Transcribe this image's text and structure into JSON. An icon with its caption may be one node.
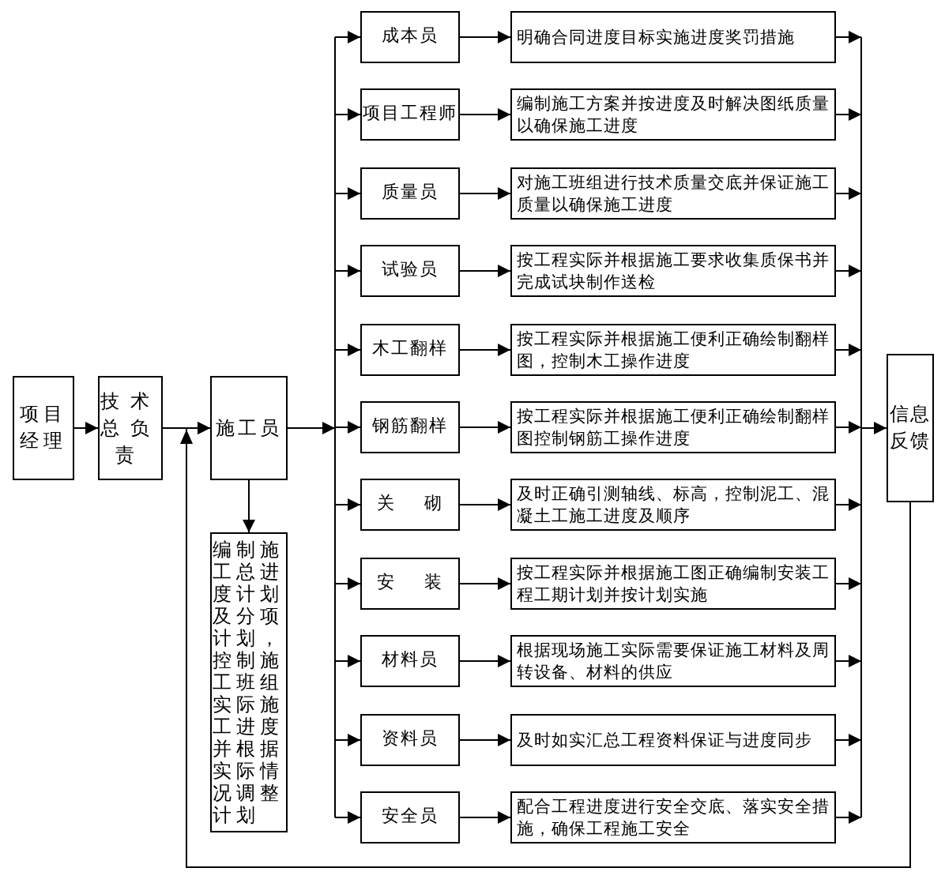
{
  "diagram": {
    "nodes": [
      {
        "text": [
          "项目经理"
        ]
      },
      {
        "text": [
          "技术总负责"
        ]
      },
      {
        "text": [
          "施工员"
        ]
      },
      {
        "text": [
          "编制施工总进度计划及分项计划，控制施工班组实际施工进度并根据实际情况调整计划"
        ]
      },
      {
        "text": [
          "成本员"
        ]
      },
      {
        "text": [
          "项目工程师"
        ]
      },
      {
        "text": [
          "质量员"
        ]
      },
      {
        "text": [
          "试验员"
        ]
      },
      {
        "text": [
          "木工翻样"
        ]
      },
      {
        "text": [
          "钢筋翻样"
        ]
      },
      {
        "text": [
          "关 砌"
        ]
      },
      {
        "text": [
          "安 装"
        ]
      },
      {
        "text": [
          "材料员"
        ]
      },
      {
        "text": [
          "资料员"
        ]
      },
      {
        "text": [
          "安全员"
        ]
      },
      {
        "text": [
          "明确合同进度目标实施进度奖罚措施"
        ]
      },
      {
        "text": [
          "编制施工方案并按进度及时解决图纸质量以确保施工进度"
        ]
      },
      {
        "text": [
          "对施工班组进行技术质量交底并保证施工质量以确保施工进度"
        ]
      },
      {
        "text": [
          "按工程实际并根据施工要求收集质保书并完成试块制作送检"
        ]
      },
      {
        "text": [
          "按工程实际并根据施工便利正确绘制翻样图，控制木工操作进度"
        ]
      },
      {
        "text": [
          "按工程实际并根据施工便利正确绘制翻样图控制钢筋工操作进度"
        ]
      },
      {
        "text": [
          "及时正确引测轴线、标高，控制泥工、混凝土工施工进度及顺序"
        ]
      },
      {
        "text": [
          "按工程实际并根据施工图正确编制安装工程工期计划并按计划实施"
        ]
      },
      {
        "text": [
          "根据现场施工实际需要保证施工材料及周转设备、材料的供应"
        ]
      },
      {
        "text": [
          "及时如实汇总工程资料保证与进度同步"
        ]
      },
      {
        "text": [
          "配合工程进度进行安全交底、落实安全措施，确保工程施工安全"
        ]
      },
      {
        "text": [
          "信息反馈"
        ]
      }
    ],
    "edges": [
      {
        "from": 0,
        "to": 1,
        "arrow": "to"
      },
      {
        "from": 1,
        "to": 2,
        "arrow": "to"
      },
      {
        "from": 2,
        "to": 3,
        "arrow": "to"
      },
      {
        "from": 2,
        "to": 4,
        "arrow": "to"
      },
      {
        "from": 2,
        "to": 5,
        "arrow": "to"
      },
      {
        "from": 2,
        "to": 6,
        "arrow": "to"
      },
      {
        "from": 2,
        "to": 7,
        "arrow": "to"
      },
      {
        "from": 2,
        "to": 8,
        "arrow": "to"
      },
      {
        "from": 2,
        "to": 9,
        "arrow": "to"
      },
      {
        "from": 2,
        "to": 10,
        "arrow": "to"
      },
      {
        "from": 2,
        "to": 11,
        "arrow": "to"
      },
      {
        "from": 2,
        "to": 12,
        "arrow": "to"
      },
      {
        "from": 2,
        "to": 13,
        "arrow": "to"
      },
      {
        "from": 2,
        "to": 14,
        "arrow": "to"
      },
      {
        "from": 4,
        "to": 15,
        "arrow": "to"
      },
      {
        "from": 5,
        "to": 16,
        "arrow": "to"
      },
      {
        "from": 6,
        "to": 17,
        "arrow": "to"
      },
      {
        "from": 7,
        "to": 18,
        "arrow": "to"
      },
      {
        "from": 8,
        "to": 19,
        "arrow": "to"
      },
      {
        "from": 9,
        "to": 20,
        "arrow": "to"
      },
      {
        "from": 10,
        "to": 21,
        "arrow": "to"
      },
      {
        "from": 11,
        "to": 22,
        "arrow": "to"
      },
      {
        "from": 12,
        "to": 23,
        "arrow": "to"
      },
      {
        "from": 13,
        "to": 24,
        "arrow": "to"
      },
      {
        "from": 14,
        "to": 25,
        "arrow": "to"
      },
      {
        "from": 15,
        "to": 26,
        "arrow": "to"
      },
      {
        "from": 16,
        "to": 26,
        "arrow": "to"
      },
      {
        "from": 17,
        "to": 26,
        "arrow": "to"
      },
      {
        "from": 18,
        "to": 26,
        "arrow": "to"
      },
      {
        "from": 19,
        "to": 26,
        "arrow": "to"
      },
      {
        "from": 20,
        "to": 26,
        "arrow": "to"
      },
      {
        "from": 21,
        "to": 26,
        "arrow": "to"
      },
      {
        "from": 22,
        "to": 26,
        "arrow": "to"
      },
      {
        "from": 23,
        "to": 26,
        "arrow": "to"
      },
      {
        "from": 24,
        "to": 26,
        "arrow": "to"
      },
      {
        "from": 25,
        "to": 26,
        "arrow": "to"
      },
      {
        "from": 26,
        "to": 2,
        "arrow": "to"
      }
    ]
  }
}
